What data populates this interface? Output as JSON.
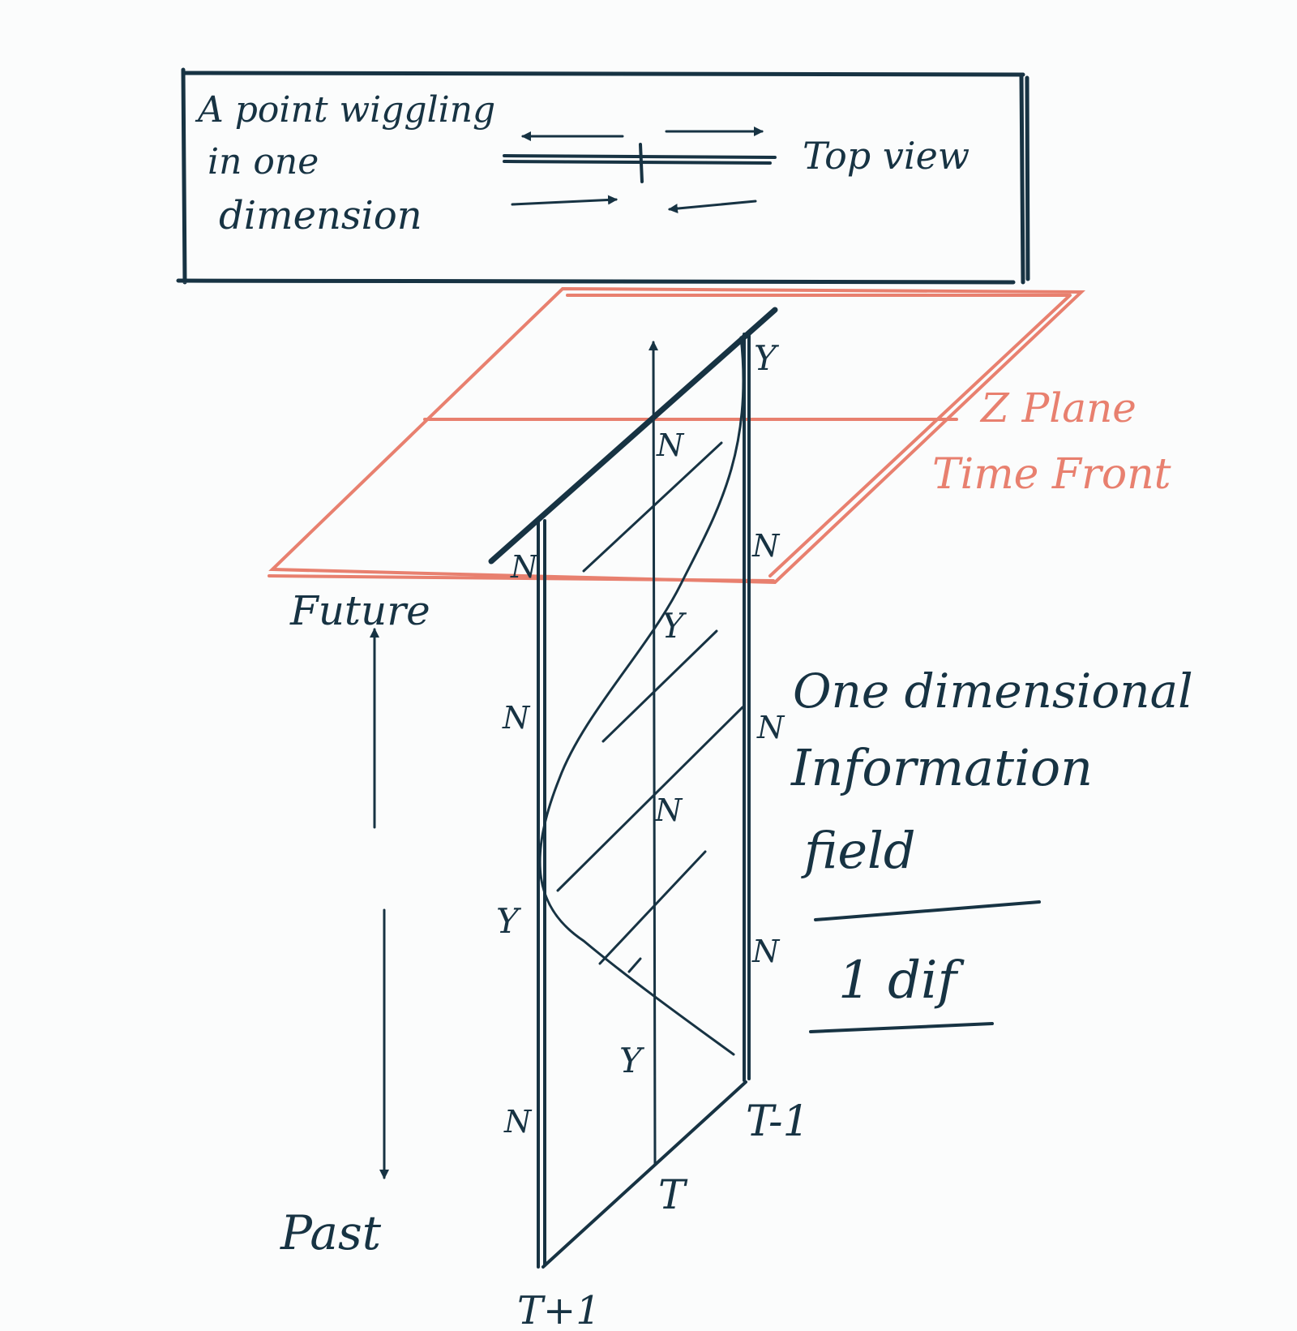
{
  "colors": {
    "ink": "#173343",
    "accent": "#e8806f",
    "background": "#fbfcfc"
  },
  "top_box": {
    "caption": [
      "A point wiggling",
      "in one",
      "dimension"
    ],
    "view_label": "Top view"
  },
  "plane": {
    "label_line1": "Z Plane",
    "label_line2": "Time Front"
  },
  "time_axis": {
    "future_label": "Future",
    "past_label": "Past"
  },
  "field": {
    "title": [
      "One dimensional",
      "Information",
      "field"
    ],
    "fraction_label": "1 dif"
  },
  "time_markers": {
    "t_minus_1": "T-1",
    "t": "T",
    "t_plus_1": "T+1"
  },
  "cell_labels": {
    "y_top": "Y",
    "n_center_top": "N",
    "n_right_upper": "N",
    "n_left_upper": "N",
    "y_center_upper": "Y",
    "n_left_mid": "N",
    "n_right_mid": "N",
    "n_center_mid": "N",
    "y_left_lower": "Y",
    "n_right_lower": "N",
    "y_center_lower": "Y",
    "n_left_bottom": "N"
  }
}
